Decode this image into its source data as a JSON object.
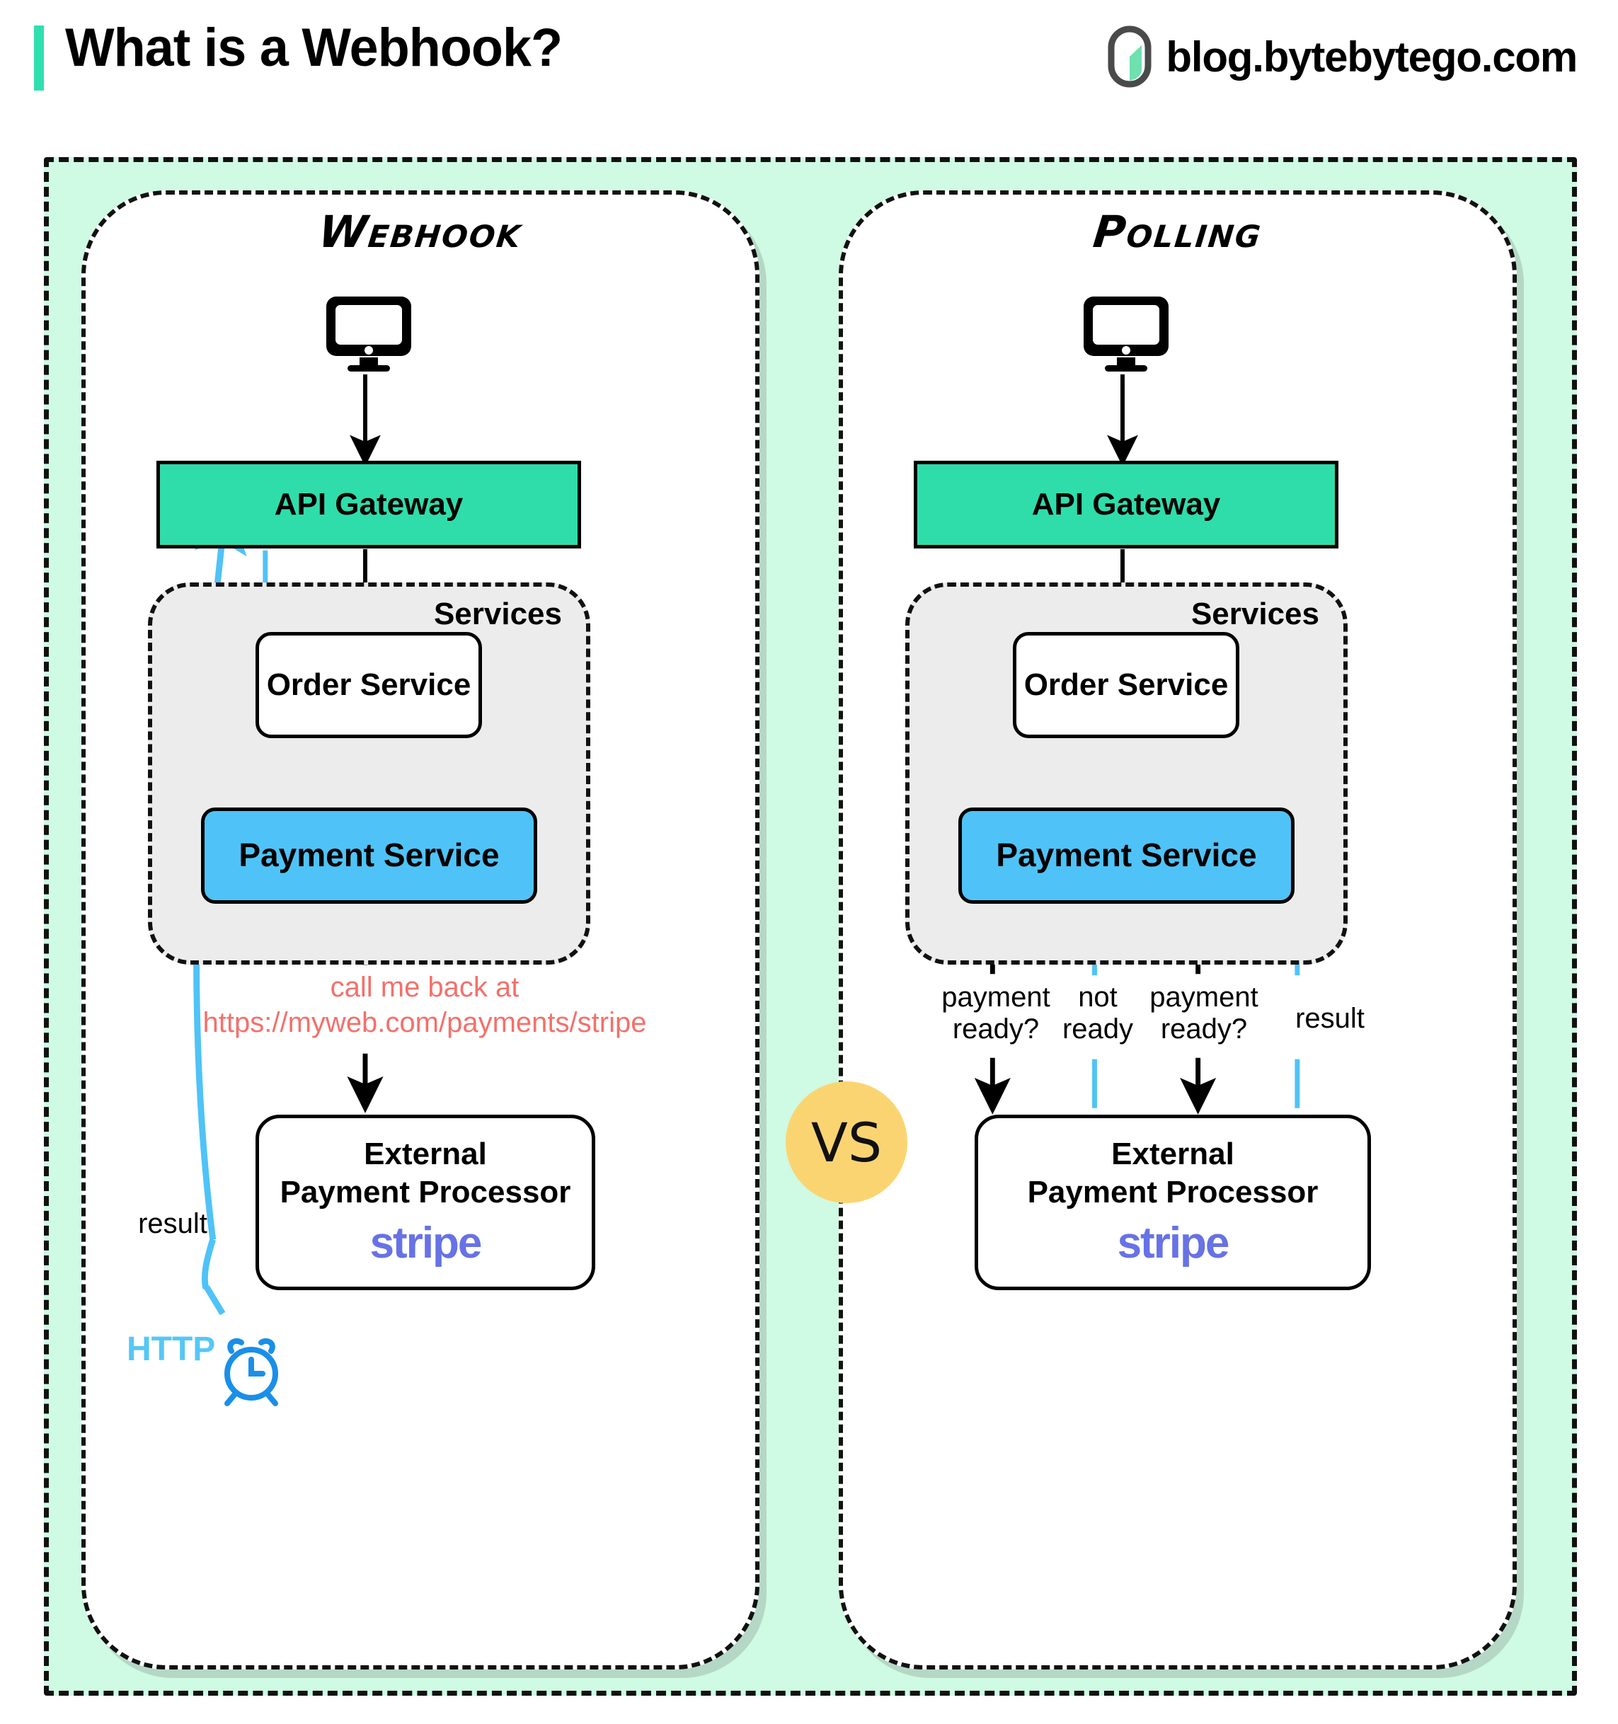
{
  "header": {
    "title": "What is a Webhook?",
    "brand_text": "blog.bytebytego.com",
    "accent_color": "#2FE0AE",
    "logo_icon": "bytebytego-leaf-logo"
  },
  "stage": {
    "background_color": "#CFFAE3",
    "vs_badge": {
      "label": "VS",
      "color": "#FBD472"
    }
  },
  "panels": [
    {
      "id": "webhook",
      "title": "Webhook",
      "nodes": {
        "client": {
          "icon": "desktop-monitor-icon"
        },
        "api_gateway": {
          "label": "API Gateway",
          "color": "#2FDDAA"
        },
        "services_group": {
          "caption": "Services",
          "color": "#ECECEC"
        },
        "order_service": {
          "label": "Order\nService",
          "color": "#FFFFFF"
        },
        "payment_service": {
          "label": "Payment Service",
          "color": "#4FC3F7"
        },
        "processor": {
          "line1": "External",
          "line2": "Payment Processor",
          "vendor": "stripe",
          "vendor_color": "#6772E5"
        }
      },
      "annotations": {
        "callback_line1": "call me back at",
        "callback_line2": "https://myweb.com/payments/stripe",
        "callback_color": "#F4706B",
        "result": "result",
        "http": "HTTP",
        "http_color": "#56C7F5",
        "clock_icon": "alarm-clock-icon",
        "clock_color": "#1A8FE8"
      }
    },
    {
      "id": "polling",
      "title": "Polling",
      "nodes": {
        "client": {
          "icon": "desktop-monitor-icon"
        },
        "api_gateway": {
          "label": "API Gateway",
          "color": "#2FDDAA"
        },
        "services_group": {
          "caption": "Services",
          "color": "#ECECEC"
        },
        "order_service": {
          "label": "Order\nService",
          "color": "#FFFFFF"
        },
        "payment_service": {
          "label": "Payment Service",
          "color": "#4FC3F7"
        },
        "processor": {
          "line1": "External",
          "line2": "Payment Processor",
          "vendor": "stripe",
          "vendor_color": "#6772E5"
        }
      },
      "annotations": {
        "poll1": "payment\nready?",
        "poll2": "not\nready",
        "poll3": "payment\nready?",
        "poll4": "result"
      }
    }
  ],
  "colors": {
    "arrow_black": "#000000",
    "arrow_blue": "#4FC3F7",
    "panel_border": "#111111"
  }
}
